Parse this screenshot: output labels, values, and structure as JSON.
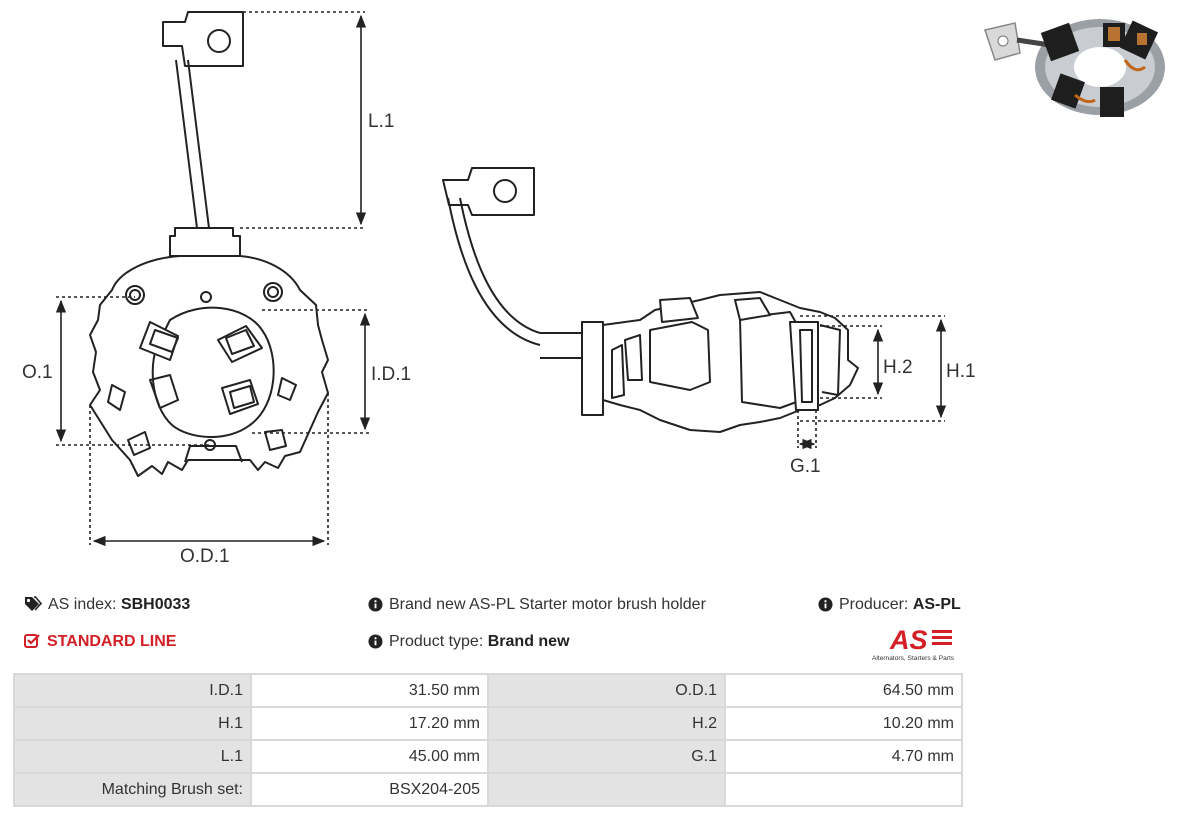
{
  "diagram": {
    "labels": {
      "l1": "L.1",
      "o1": "O.1",
      "id1": "I.D.1",
      "od1": "O.D.1",
      "h2": "H.2",
      "h1": "H.1",
      "g1": "G.1"
    }
  },
  "info": {
    "as_index_label": "AS index:",
    "as_index_value": "SBH0033",
    "line": "STANDARD LINE",
    "description": "Brand new AS-PL Starter motor brush holder",
    "product_type_label": "Product type:",
    "product_type_value": "Brand new",
    "producer_label": "Producer:",
    "producer_value": "AS-PL"
  },
  "logo": {
    "mark": "AS",
    "tagline": "Alternators, Starters & Parts",
    "color": "#d32027"
  },
  "icons": [
    "tags-icon",
    "check-square-icon",
    "info-circle-icon"
  ],
  "specs": {
    "rows": [
      {
        "k1": "I.D.1",
        "v1": "31.50 mm",
        "k2": "O.D.1",
        "v2": "64.50 mm"
      },
      {
        "k1": "H.1",
        "v1": "17.20 mm",
        "k2": "H.2",
        "v2": "10.20 mm"
      },
      {
        "k1": "L.1",
        "v1": "45.00 mm",
        "k2": "G.1",
        "v2": "4.70 mm"
      },
      {
        "k1": "Matching Brush set:",
        "v1": "BSX204-205",
        "k2": "",
        "v2": ""
      }
    ]
  }
}
